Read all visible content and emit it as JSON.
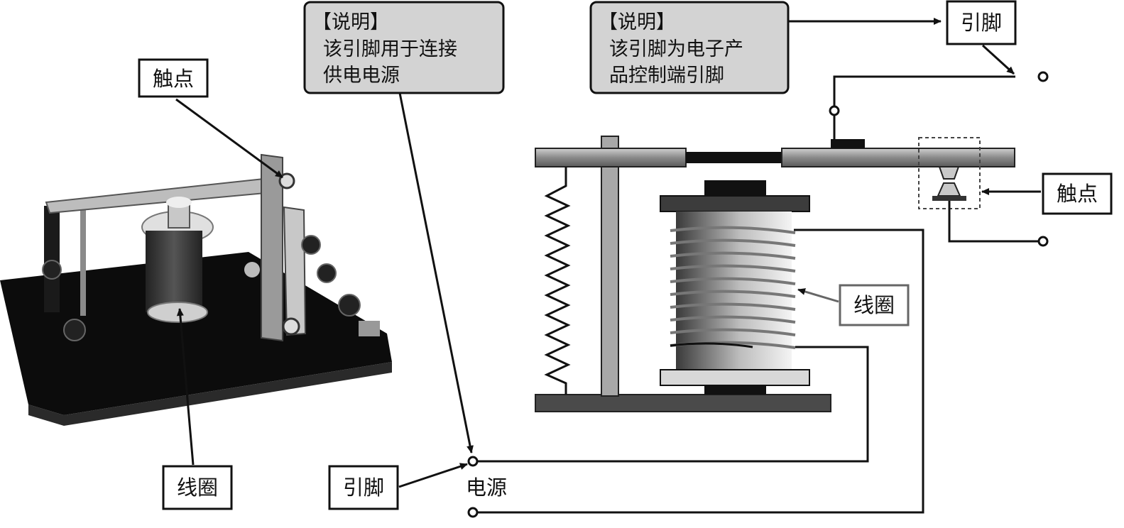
{
  "labels": {
    "photo_contact": "触点",
    "photo_coil": "线圈",
    "pin_bottom": "引脚",
    "pin_top": "引脚",
    "diagram_contact": "触点",
    "diagram_coil": "线圈",
    "power_source": "电源"
  },
  "notes": {
    "power_pin": {
      "title": "【说明】",
      "lines": [
        "该引脚用于连接",
        "供电电源"
      ]
    },
    "control_pin": {
      "title": "【说明】",
      "lines": [
        "该引脚为电子产",
        "品控制端引脚"
      ]
    }
  }
}
